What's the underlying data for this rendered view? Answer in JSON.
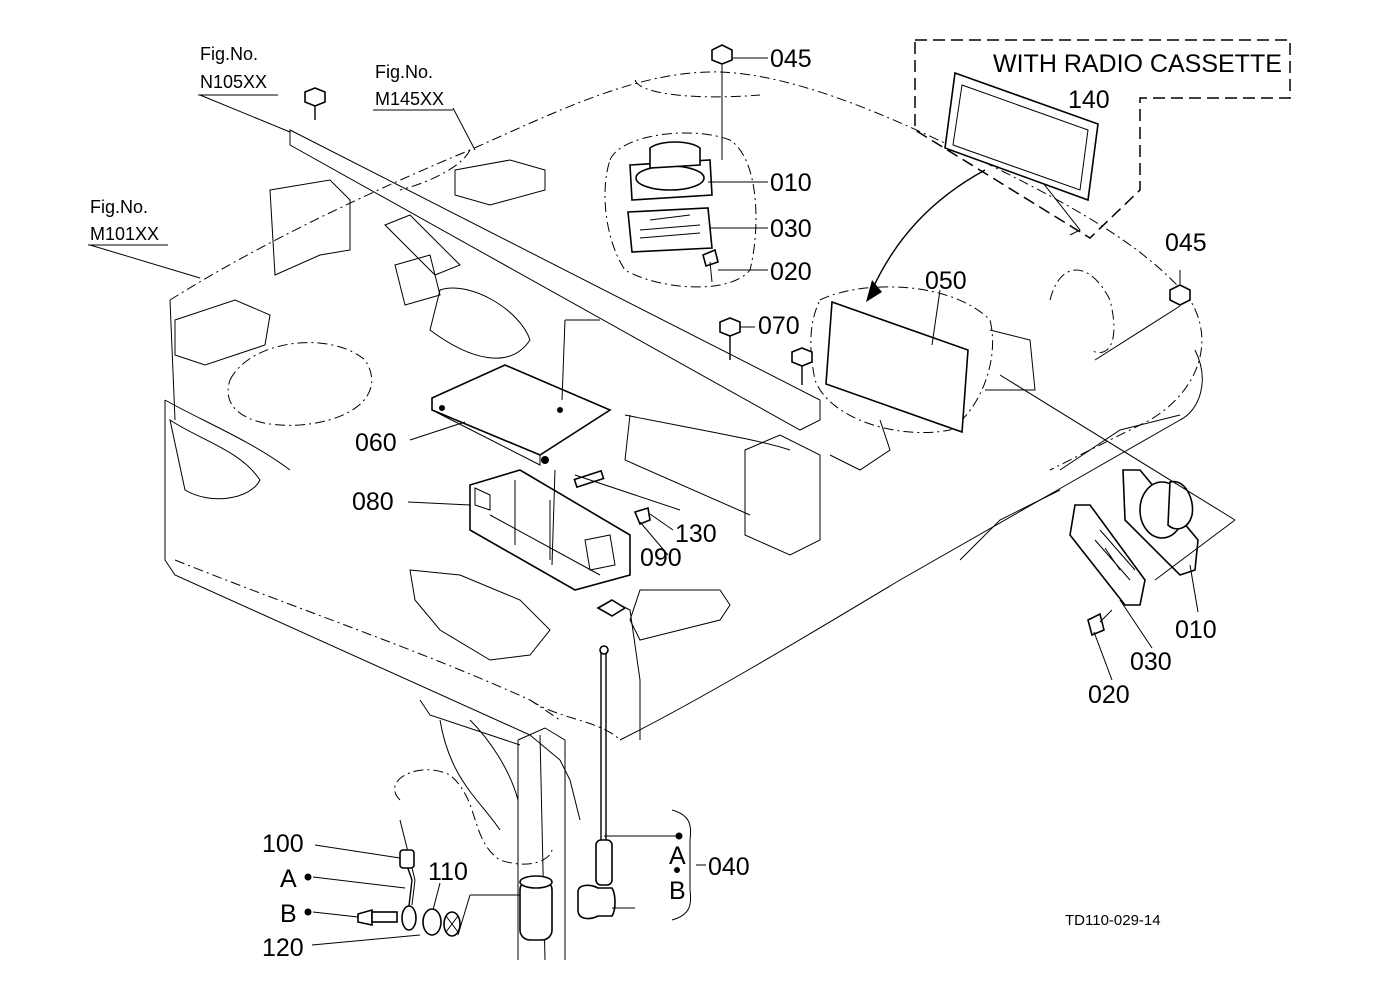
{
  "figure_refs": [
    {
      "label": "Fig.No.",
      "number": "N105XX"
    },
    {
      "label": "Fig.No.",
      "number": "M145XX"
    },
    {
      "label": "Fig.No.",
      "number": "M101XX"
    }
  ],
  "option_box": {
    "title": "WITH RADIO CASSETTE",
    "part": "140"
  },
  "parts": {
    "p045_top": "045",
    "p010_top": "010",
    "p030_top": "030",
    "p020_top": "020",
    "p045_right": "045",
    "p050": "050",
    "p070": "070",
    "p060": "060",
    "p080": "080",
    "p130": "130",
    "p090": "090",
    "p010_right": "010",
    "p030_right": "030",
    "p020_right": "020",
    "p100": "100",
    "p110": "110",
    "p120": "120",
    "p040": "040"
  },
  "connectors": {
    "a1": "A",
    "b1": "B",
    "a2": "A",
    "b2": "B"
  },
  "drawing_code": "TD110-029-14"
}
